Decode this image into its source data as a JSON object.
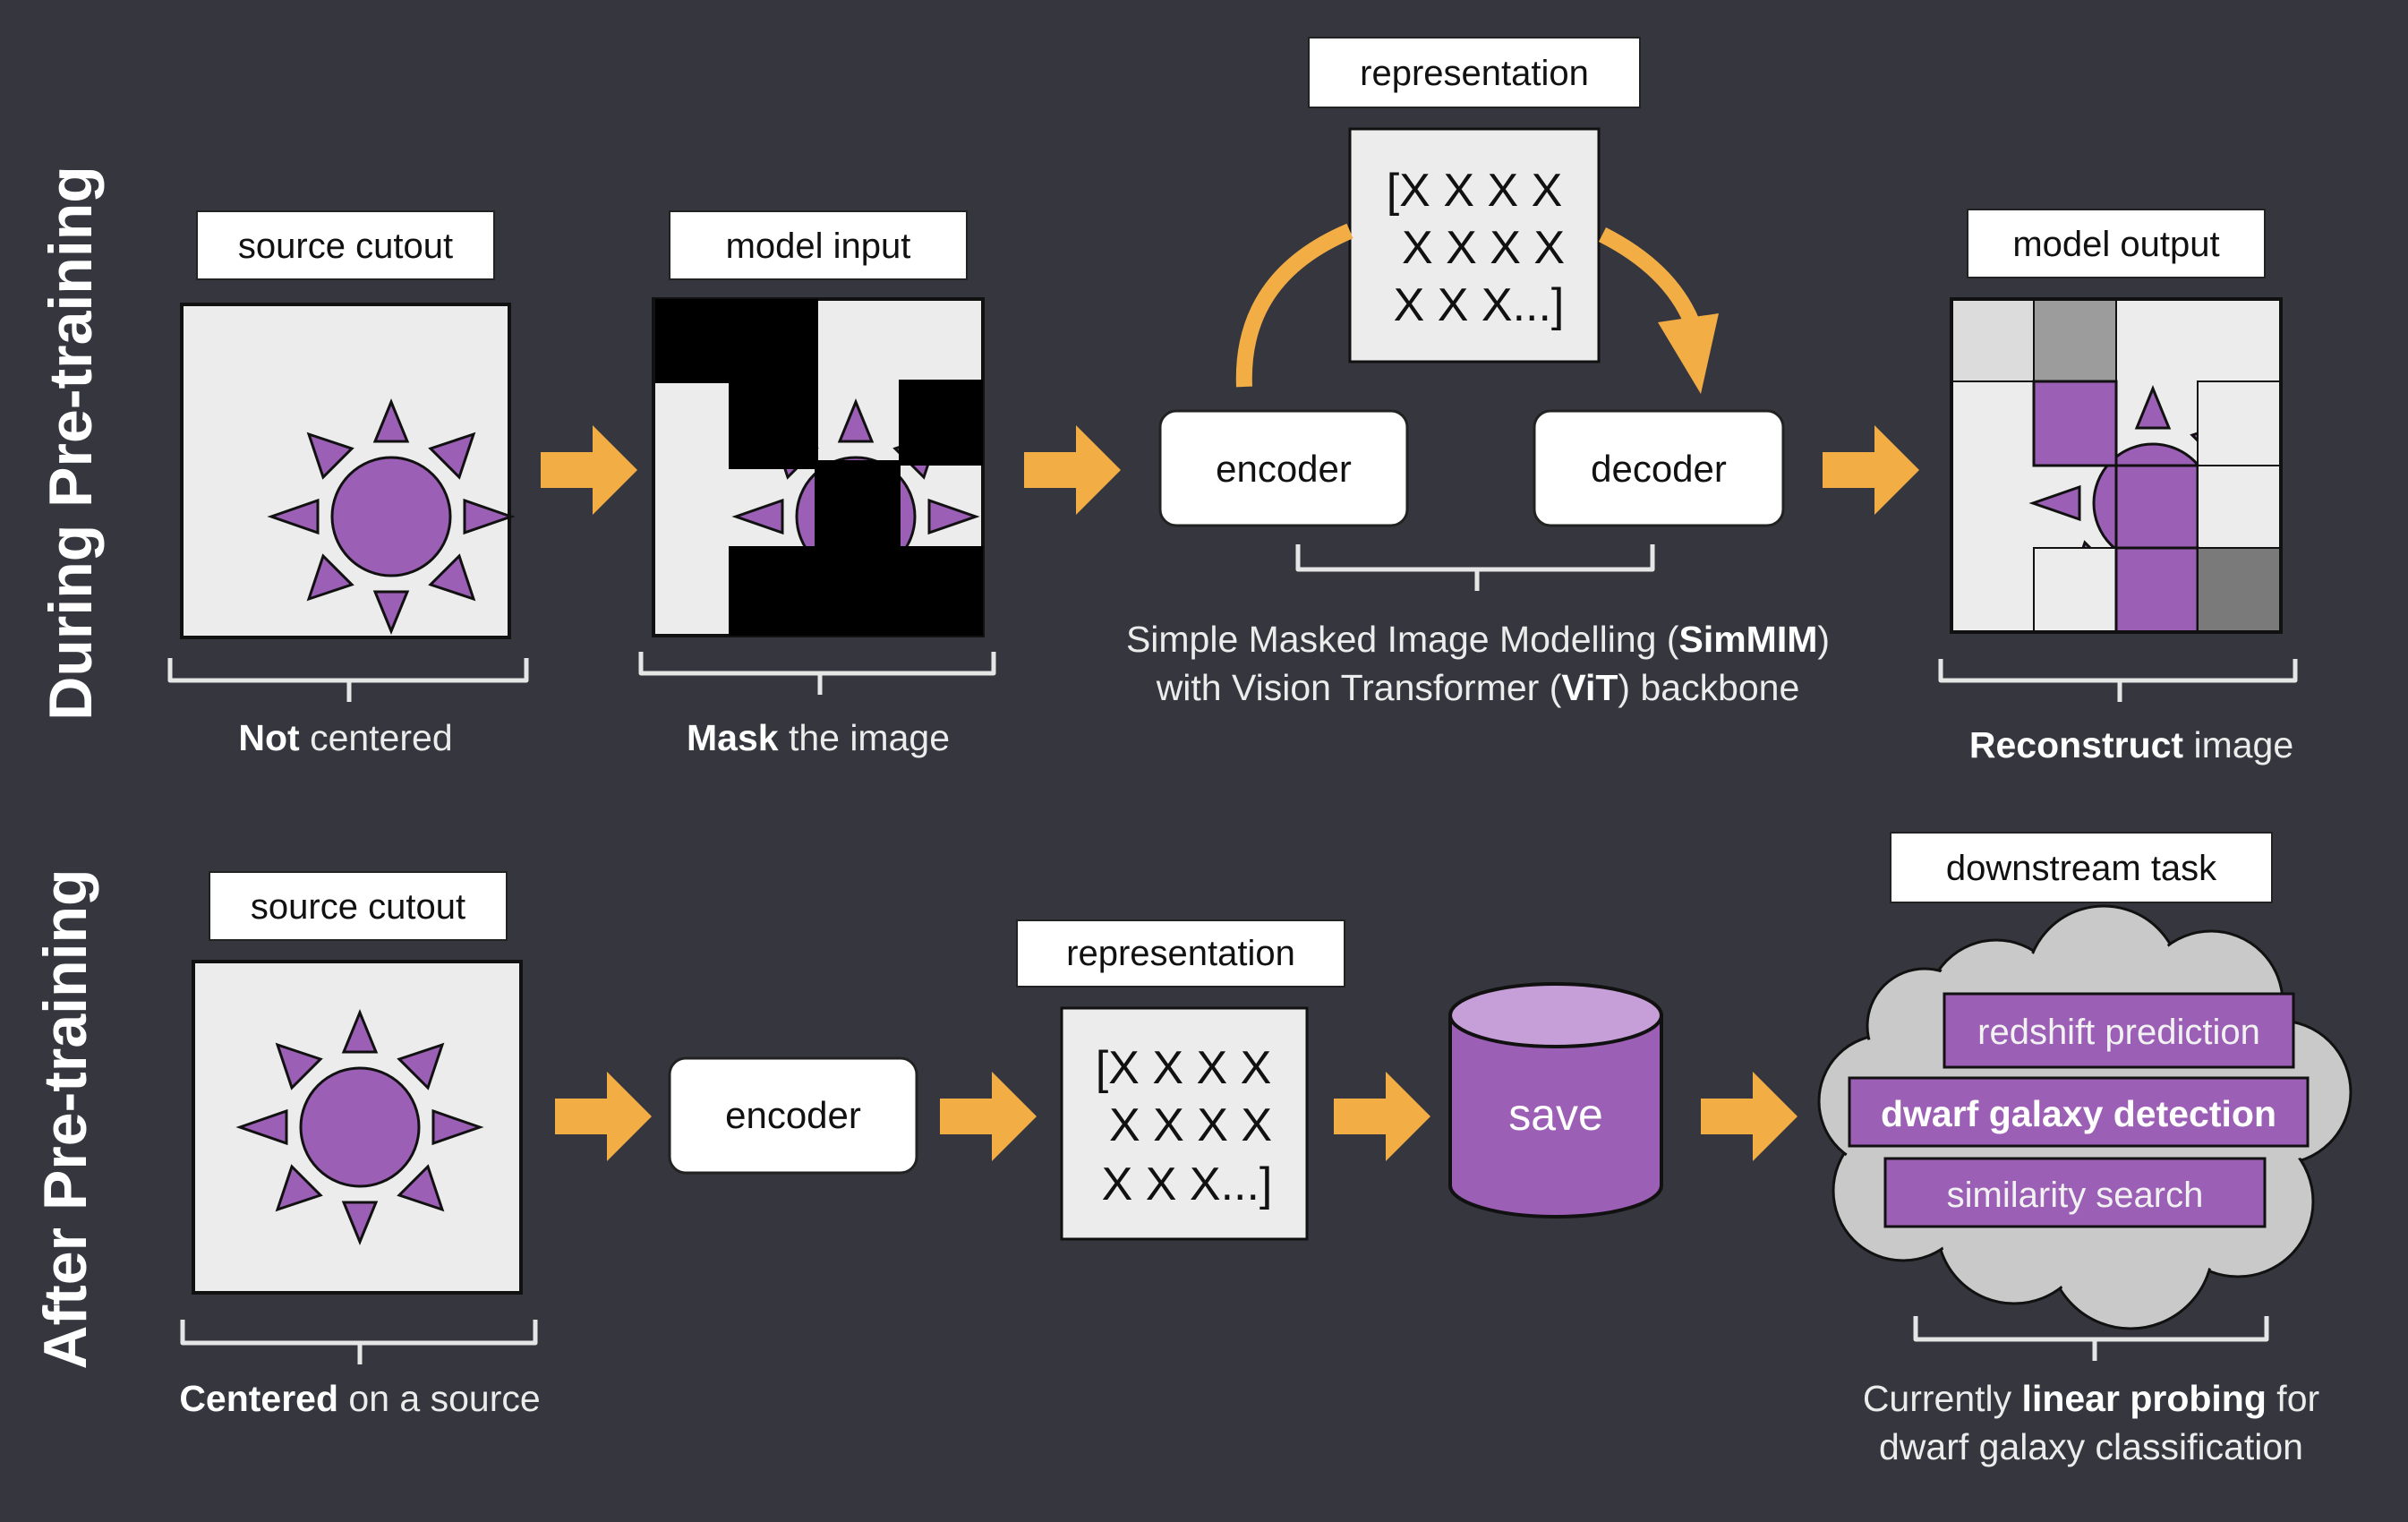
{
  "sections": {
    "pretraining": "During Pre-training",
    "after": "After Pre-training"
  },
  "top": {
    "source_label": "source cutout",
    "source_caption_bold": "Not",
    "source_caption_rest": " centered",
    "input_label": "model input",
    "input_caption_bold": "Mask",
    "input_caption_rest": " the image",
    "representation_label": "representation",
    "representation_lines": [
      "[X X X X",
      "X X X X",
      "X X X...]"
    ],
    "encoder": "encoder",
    "decoder": "decoder",
    "method_line1_a": "Simple Masked Image Modelling (",
    "method_line1_b": "SimMIM",
    "method_line1_c": ")",
    "method_line2_a": "with Vision Transformer (",
    "method_line2_b": "ViT",
    "method_line2_c": ") backbone",
    "output_label": "model output",
    "output_caption_bold": "Reconstruct",
    "output_caption_rest": " image"
  },
  "bottom": {
    "source_label": "source cutout",
    "source_caption_bold": "Centered",
    "source_caption_rest": " on a source",
    "encoder": "encoder",
    "representation_label": "representation",
    "representation_lines": [
      "[X X X X",
      "X X X X",
      "X X X...]"
    ],
    "save": "save",
    "downstream_label": "downstream task",
    "tasks": [
      "redshift prediction",
      "dwarf galaxy detection",
      "similarity search"
    ],
    "caption_line1_a": "Currently ",
    "caption_line1_b": "linear probing",
    "caption_line1_c": " for",
    "caption_line2": "dwarf galaxy classification"
  },
  "colors": {
    "background": "#36373e",
    "arrow": "#f2ad45",
    "purple": "#9b5fb5",
    "panel": "#ececec"
  },
  "icons": [
    "sun-icon",
    "arrow-right-icon",
    "curved-arrow-icon",
    "database-cylinder-icon",
    "cloud-icon"
  ]
}
